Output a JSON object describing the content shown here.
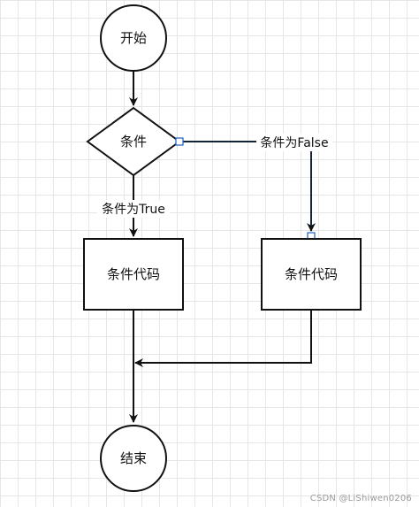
{
  "nodes": {
    "start": "开始",
    "condition": "条件",
    "true_block": "条件代码",
    "false_block": "条件代码",
    "end": "结束"
  },
  "edges": {
    "true_label": "条件为True",
    "false_label": "条件为False"
  },
  "watermark": "CSDN @LiShiwen0206"
}
